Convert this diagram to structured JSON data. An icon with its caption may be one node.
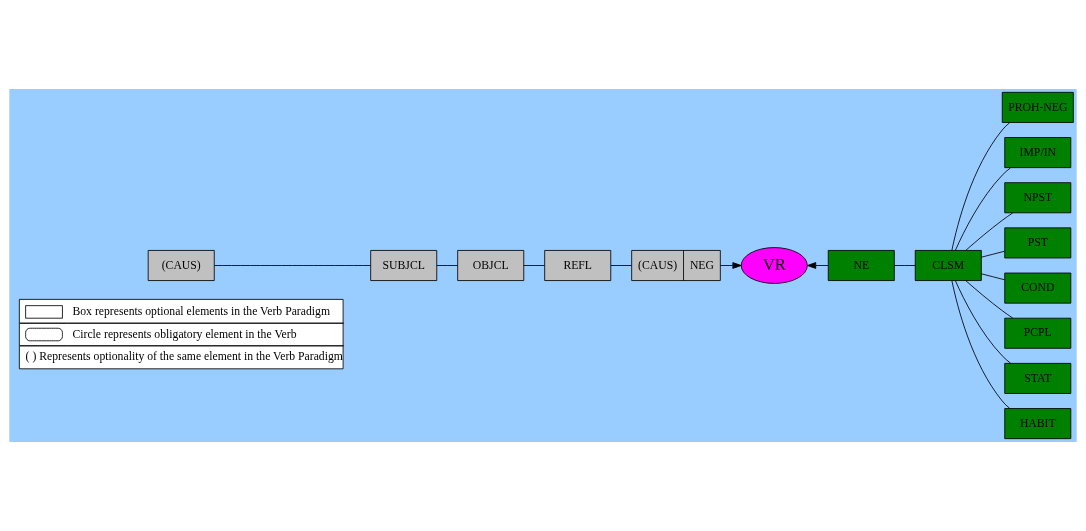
{
  "diagram": {
    "nodes": [
      {
        "text": [
          "(CAUS)"
        ]
      },
      {
        "text": [
          "SUBJCL"
        ]
      },
      {
        "text": [
          "OBJCL"
        ]
      },
      {
        "text": [
          "REFL"
        ]
      },
      {
        "text": [
          "(CAUS)",
          "NEG"
        ]
      },
      {
        "text": [
          "VR"
        ]
      },
      {
        "text": [
          "NE"
        ]
      },
      {
        "text": [
          "CLSM"
        ]
      },
      {
        "text": [
          "PROH-NEG"
        ]
      },
      {
        "text": [
          "IMP/IN"
        ]
      },
      {
        "text": [
          "NPST"
        ]
      },
      {
        "text": [
          "PST"
        ]
      },
      {
        "text": [
          "COND"
        ]
      },
      {
        "text": [
          "PCPL"
        ]
      },
      {
        "text": [
          "STAT"
        ]
      },
      {
        "text": [
          "HABIT"
        ]
      }
    ],
    "edges": [
      {
        "from": 0,
        "to": 1,
        "arrow": "none"
      },
      {
        "from": 1,
        "to": 2,
        "arrow": "none"
      },
      {
        "from": 2,
        "to": 3,
        "arrow": "none"
      },
      {
        "from": 3,
        "to": 4,
        "arrow": "none"
      },
      {
        "from": 4,
        "to": 5,
        "arrow": "to"
      },
      {
        "from": 6,
        "to": 5,
        "arrow": "to"
      },
      {
        "from": 6,
        "to": 7,
        "arrow": "none"
      },
      {
        "from": 7,
        "to": 8,
        "arrow": "none"
      },
      {
        "from": 7,
        "to": 9,
        "arrow": "none"
      },
      {
        "from": 7,
        "to": 10,
        "arrow": "none"
      },
      {
        "from": 7,
        "to": 11,
        "arrow": "none"
      },
      {
        "from": 7,
        "to": 12,
        "arrow": "none"
      },
      {
        "from": 7,
        "to": 13,
        "arrow": "none"
      },
      {
        "from": 7,
        "to": 14,
        "arrow": "none"
      },
      {
        "from": 7,
        "to": 15,
        "arrow": "none"
      }
    ],
    "labels": [
      "( ) Represents optionality of the same element in the Verb Paradigm"
    ],
    "legend": [
      {
        "text": "Box represents optional elements in the Verb Paradigm"
      },
      {
        "text": "Circle represents obligatory element in the Verb"
      }
    ]
  }
}
